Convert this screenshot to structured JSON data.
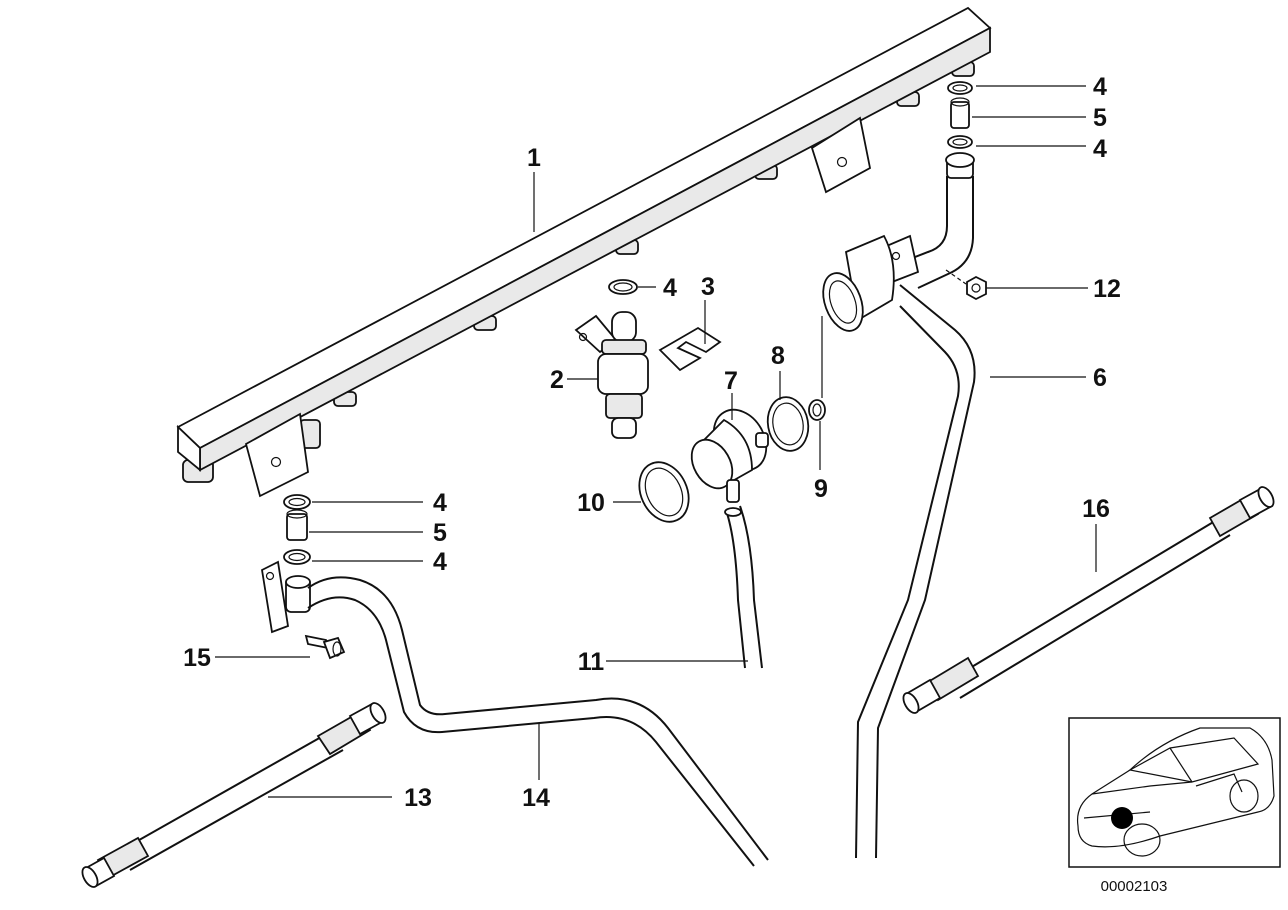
{
  "diagram": {
    "reference_number": "00002103",
    "callouts": [
      {
        "id": "c1",
        "label": "1"
      },
      {
        "id": "c2",
        "label": "2"
      },
      {
        "id": "c3",
        "label": "3"
      },
      {
        "id": "c4a",
        "label": "4"
      },
      {
        "id": "c4b",
        "label": "4"
      },
      {
        "id": "c4c",
        "label": "4"
      },
      {
        "id": "c4d",
        "label": "4"
      },
      {
        "id": "c4e",
        "label": "4"
      },
      {
        "id": "c5a",
        "label": "5"
      },
      {
        "id": "c5b",
        "label": "5"
      },
      {
        "id": "c6",
        "label": "6"
      },
      {
        "id": "c7",
        "label": "7"
      },
      {
        "id": "c8",
        "label": "8"
      },
      {
        "id": "c9",
        "label": "9"
      },
      {
        "id": "c10",
        "label": "10"
      },
      {
        "id": "c11",
        "label": "11"
      },
      {
        "id": "c12",
        "label": "12"
      },
      {
        "id": "c13",
        "label": "13"
      },
      {
        "id": "c14",
        "label": "14"
      },
      {
        "id": "c15",
        "label": "15"
      },
      {
        "id": "c16",
        "label": "16"
      }
    ],
    "colors": {
      "ink": "#111111",
      "paper": "#ffffff",
      "fill": "#e9e9e9"
    }
  }
}
